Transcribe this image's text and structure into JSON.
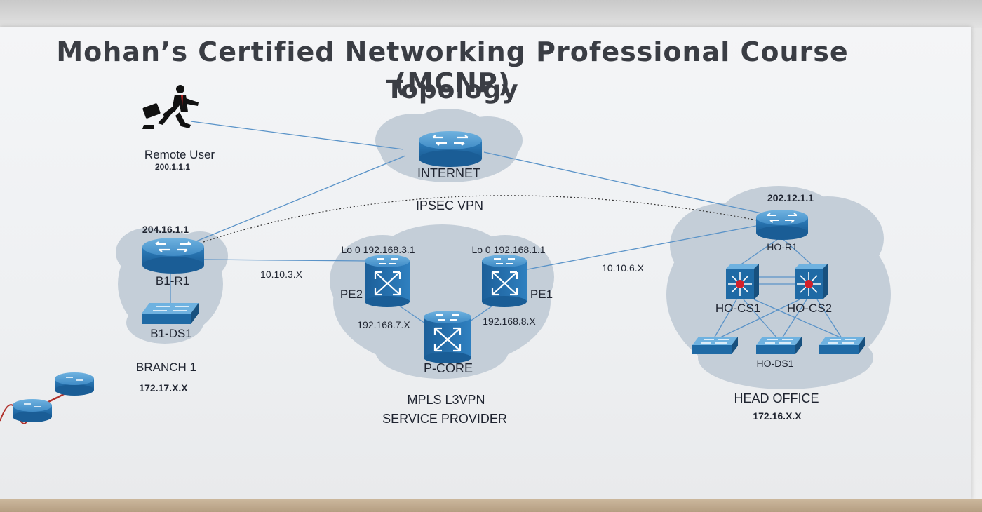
{
  "title": {
    "line1": "Mohan’s Certified Networking Professional Course (MCNP)",
    "line2": "Topology"
  },
  "remote_user": {
    "label": "Remote User",
    "ip": "200.1.1.1"
  },
  "internet": {
    "label": "INTERNET",
    "vpn_label": "IPSEC VPN"
  },
  "branch": {
    "router_ip": "204.16.1.1",
    "router_label": "B1-R1",
    "switch_label": "B1-DS1",
    "name": "BRANCH 1",
    "subnet": "172.17.X.X",
    "link_label": "10.10.3.X"
  },
  "mpls": {
    "pe2_label": "PE2",
    "pe2_loopback": "Lo 0 192.168.3.1",
    "pe1_label": "PE1",
    "pe1_loopback": "Lo 0 192.168.1.1",
    "pcore_label": "P-CORE",
    "pe2_core_link": "192.168.7.X",
    "pe1_core_link": "192.168.8.X",
    "name_line1": "MPLS L3VPN",
    "name_line2": "SERVICE PROVIDER"
  },
  "head_office": {
    "router_ip": "202.12.1.1",
    "router_label": "HO-R1",
    "cs1_label": "HO-CS1",
    "cs2_label": "HO-CS2",
    "ds_label": "HO-DS1",
    "name": "HEAD OFFICE",
    "subnet": "172.16.X.X",
    "link_label": "10.10.6.X"
  },
  "colors": {
    "cloud": "#c4ced8",
    "device_top": "#4a93c9",
    "device_body": "#1f6aa5",
    "link": "#5a93c8",
    "core_star": "#d4202a"
  }
}
